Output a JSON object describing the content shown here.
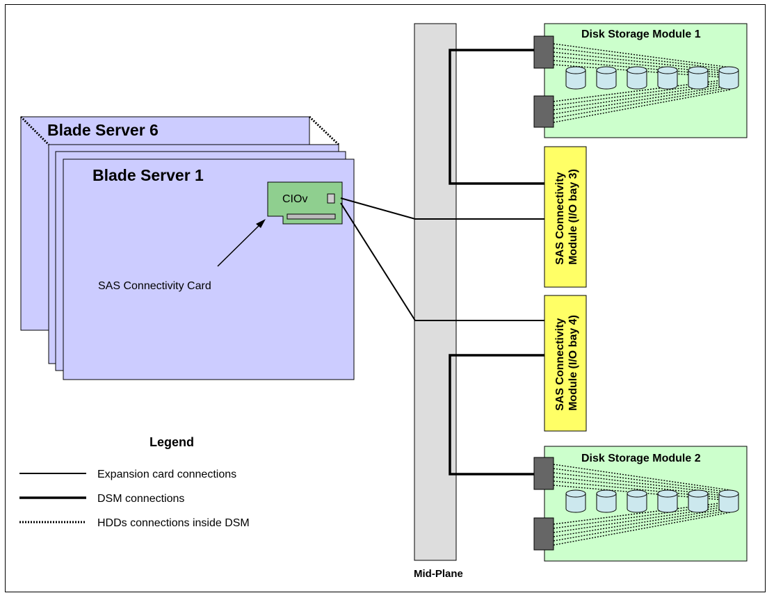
{
  "blade_servers": {
    "back_title": "Blade Server 6",
    "front_title": "Blade Server 1"
  },
  "expansion_card": {
    "label": "CIOv",
    "callout": "SAS Connectivity Card"
  },
  "midplane": {
    "label": "Mid-Plane"
  },
  "dsm": [
    {
      "title": "Disk Storage Module 1",
      "disk_count": 6
    },
    {
      "title": "Disk Storage Module 2",
      "disk_count": 6
    }
  ],
  "sas_modules": [
    {
      "line1": "SAS Connectivity",
      "line2": "Module (I/O bay 3)"
    },
    {
      "line1": "SAS Connectivity",
      "line2": "Module (I/O bay 4)"
    }
  ],
  "legend": {
    "title": "Legend",
    "items": [
      {
        "style": "thin",
        "label": "Expansion card connections"
      },
      {
        "style": "thick",
        "label": "DSM connections"
      },
      {
        "style": "dotted",
        "label": "HDDs connections inside DSM"
      }
    ]
  },
  "colors": {
    "blade_fill": "#ccccff",
    "card_fill": "#8fcf8f",
    "dsm_fill": "#ccffcc",
    "sas_fill": "#ffff66",
    "midplane_fill": "#dddddd",
    "disk_fill": "#cce8ee",
    "port_fill": "#666666"
  }
}
